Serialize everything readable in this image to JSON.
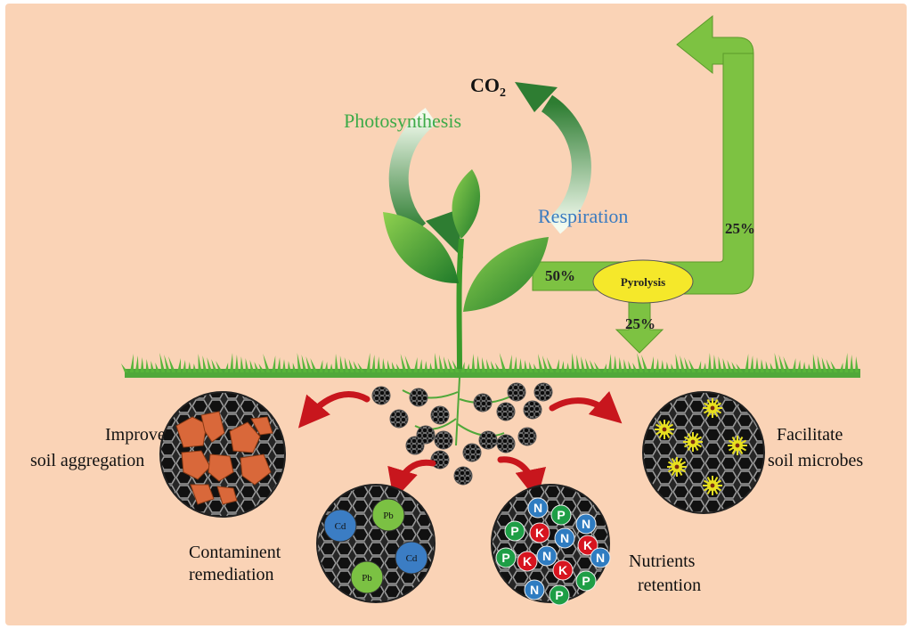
{
  "colors": {
    "background": "#FAD3B6",
    "arrow_green": "#7DC242",
    "arrow_dark": "#2E7D32",
    "photosynthesis": "#3DAA48",
    "respiration": "#3A7BC0",
    "pyrolysis_fill": "#F5E82A",
    "red_arrow": "#C8161D",
    "char_dark": "#1A1A1A",
    "aggregate": "#D9683A",
    "cd_blue": "#3B7DC4",
    "pb_green": "#7BC143",
    "nutrient_p": "#1E9E46",
    "nutrient_k": "#D7141F",
    "nutrient_n": "#2F7CC1",
    "microbe_yellow": "#E8E020"
  },
  "labels": {
    "co2_main": "CO",
    "co2_sub": "2",
    "photosynthesis": "Photosynthesis",
    "respiration": "Respiration",
    "pyrolysis": "Pyrolysis",
    "pct_50": "50%",
    "pct_25_top": "25%",
    "pct_25_down": "25%",
    "improve_1": "Improve",
    "improve_2": "soil aggregation",
    "facilitate_1": "Facilitate",
    "facilitate_2": "soil microbes",
    "contaminent_1": "Contaminent",
    "contaminent_2": "remediation",
    "nutrients_1": "Nutrients",
    "nutrients_2": "retention"
  },
  "contaminants": [
    {
      "t": "Cd",
      "kind": "cd"
    },
    {
      "t": "Pb",
      "kind": "pb"
    },
    {
      "t": "Cd",
      "kind": "cd"
    },
    {
      "t": "Pb",
      "kind": "pb"
    }
  ],
  "nutrients": [
    {
      "t": "N",
      "kind": "n"
    },
    {
      "t": "P",
      "kind": "p"
    },
    {
      "t": "N",
      "kind": "n"
    },
    {
      "t": "P",
      "kind": "p"
    },
    {
      "t": "K",
      "kind": "k"
    },
    {
      "t": "N",
      "kind": "n"
    },
    {
      "t": "K",
      "kind": "k"
    },
    {
      "t": "P",
      "kind": "p"
    },
    {
      "t": "K",
      "kind": "k"
    },
    {
      "t": "N",
      "kind": "n"
    },
    {
      "t": "K",
      "kind": "k"
    },
    {
      "t": "N",
      "kind": "n"
    },
    {
      "t": "N",
      "kind": "n"
    },
    {
      "t": "P",
      "kind": "p"
    },
    {
      "t": "P",
      "kind": "p"
    }
  ]
}
